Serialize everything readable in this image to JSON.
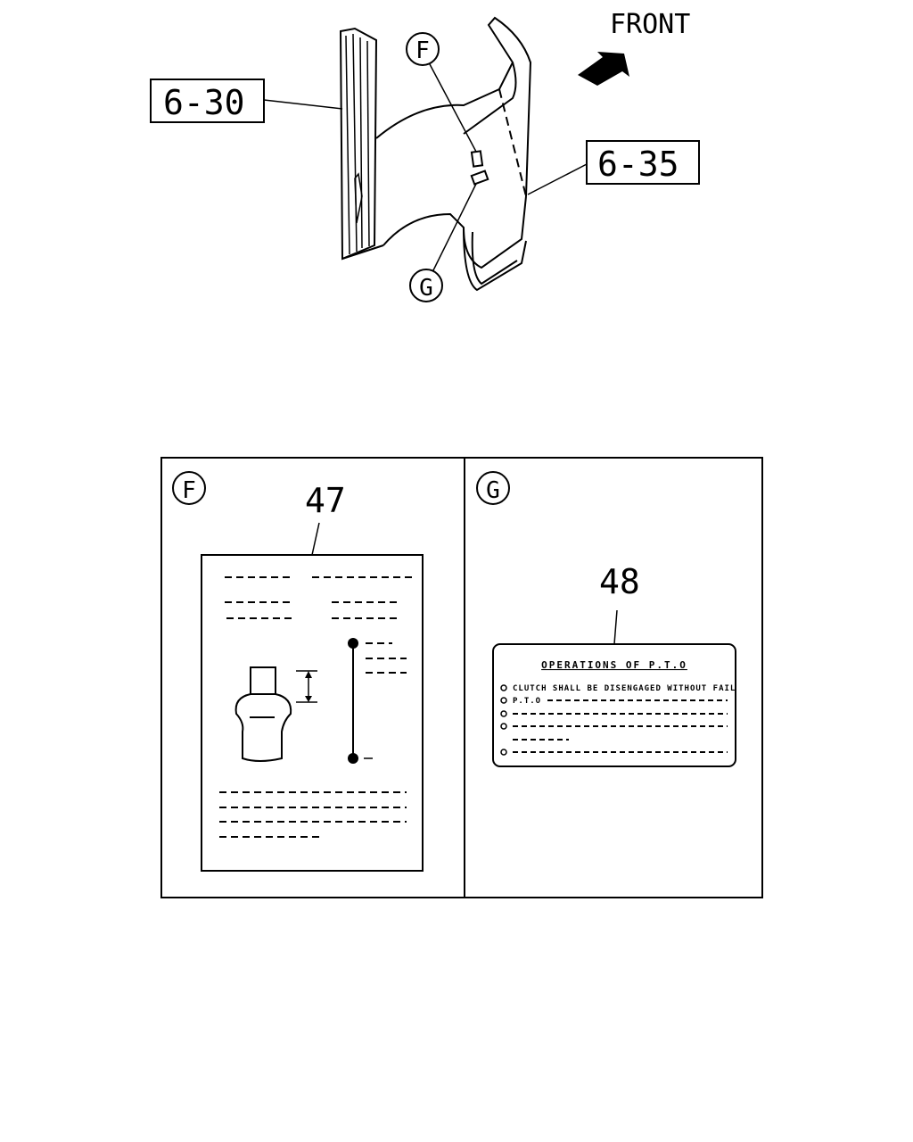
{
  "front_label": "FRONT",
  "callouts": {
    "part_6_30": "6-30",
    "part_6_35": "6-35",
    "view_f": "F",
    "view_g": "G"
  },
  "detail_f": {
    "circle_label": "F",
    "part_number": "47"
  },
  "detail_g": {
    "circle_label": "G",
    "part_number": "48",
    "label_title": "OPERATIONS OF P.T.O",
    "label_line1": "CLUTCH SHALL BE DISENGAGED WITHOUT FAIL",
    "label_line2": "P.T.O"
  }
}
